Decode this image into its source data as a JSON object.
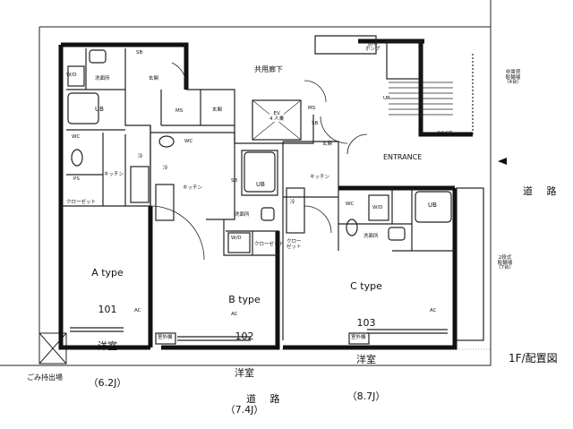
{
  "common_corridor": "共用廊下",
  "entrance": "ENTRANCE",
  "post": "POST",
  "water_pump": "給水\nポンプ",
  "up": "UP",
  "ev": "EV\n4 人乗",
  "bicycle_parking_rental": "非賃貸\n駐輪場\n（4台）",
  "bicycle_parking_two_tier": "2段式\n駐輪場\n（7台）",
  "road_right": "道 路",
  "road_bottom": "道 路",
  "garbage": "ごみ持出場",
  "floor_title": "1F/配置図",
  "labels": {
    "sb": "SB",
    "wd": "W/D",
    "wash": "洗面所",
    "ub": "UB",
    "entry": "玄関",
    "ms": "MS",
    "wc": "WC",
    "kitchen": "キッチン",
    "ref": "冷",
    "closet": "クローゼット",
    "closet_v": "クロー\nゼット",
    "ps": "PS",
    "ac": "AC",
    "outdoor_unit": "室外機"
  },
  "units": [
    {
      "type": "A type",
      "number": "101",
      "room": "洋室",
      "size": "（6.2J）"
    },
    {
      "type": "B type",
      "number": "102",
      "room": "洋室",
      "size": "（7.4J）"
    },
    {
      "type": "C type",
      "number": "103",
      "room": "洋室",
      "size": "（8.7J）"
    }
  ]
}
